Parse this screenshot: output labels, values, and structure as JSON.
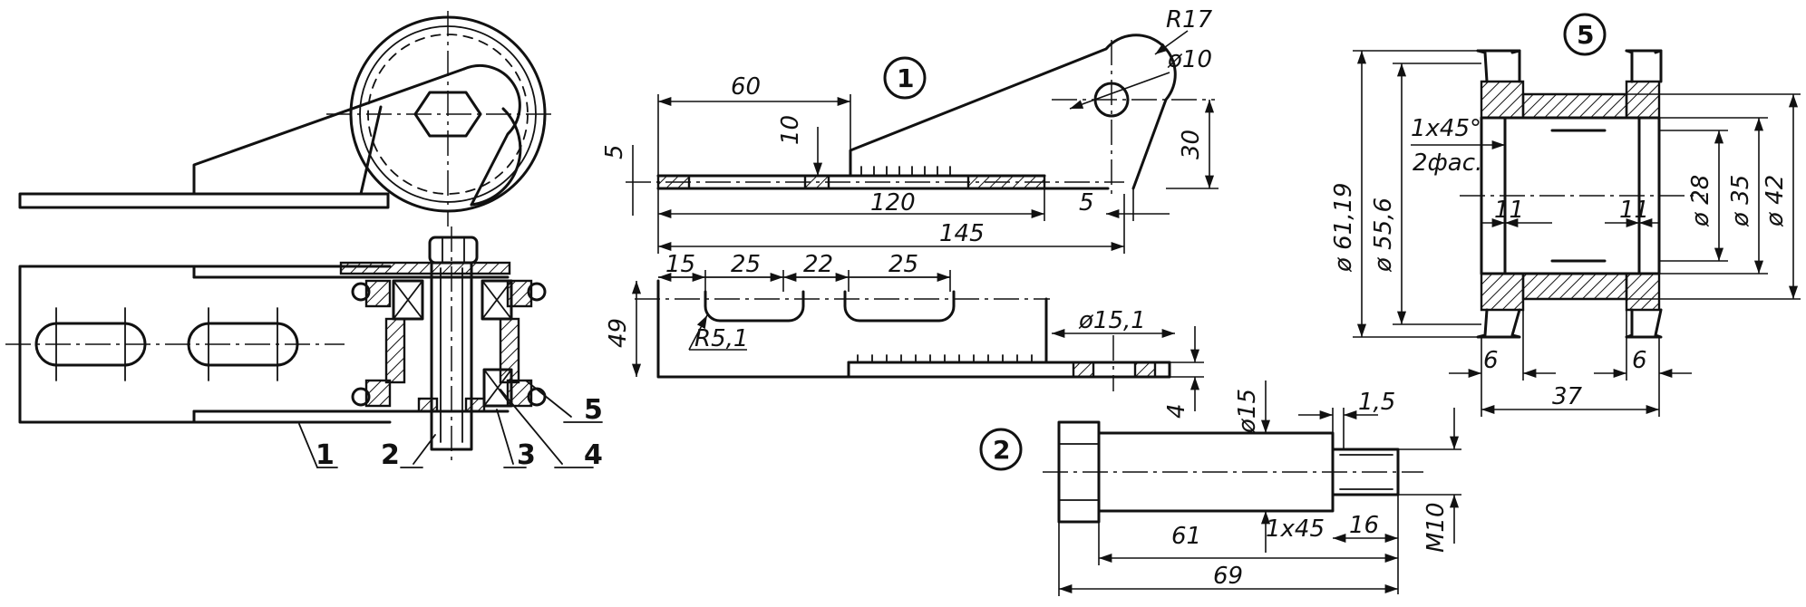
{
  "callouts": {
    "part_1": "1",
    "part_2": "2",
    "part_5": "5"
  },
  "assembly_labels": {
    "l1": "1",
    "l2": "2",
    "l3": "3",
    "l4": "4",
    "l5": "5"
  },
  "part1_dims": {
    "d60": "60",
    "d10": "10",
    "d5_left": "5",
    "d120": "120",
    "d145": "145",
    "r17": "R17",
    "dia10": "ø10",
    "d30": "30",
    "d5_right": "5",
    "d15": "15",
    "d25_a": "25",
    "d22": "22",
    "d25_b": "25",
    "d49": "49",
    "r51": "R5,1",
    "dia151": "ø15,1",
    "d4": "4"
  },
  "part2_dims": {
    "dia15": "ø15",
    "d15": "1,5",
    "d61": "61",
    "chamfer": "1x45",
    "d16": "16",
    "m10": "M10",
    "d69": "69"
  },
  "part5_dims": {
    "dia6119": "ø 61,19",
    "dia556": "ø 55,6",
    "chamfer1": "1x45°",
    "chamfer2": "2фас.",
    "d11_a": "11",
    "d11_b": "11",
    "dia28": "ø 28",
    "dia35": "ø 35",
    "dia42": "ø 42",
    "d6_a": "6",
    "d6_b": "6",
    "d37": "37"
  }
}
